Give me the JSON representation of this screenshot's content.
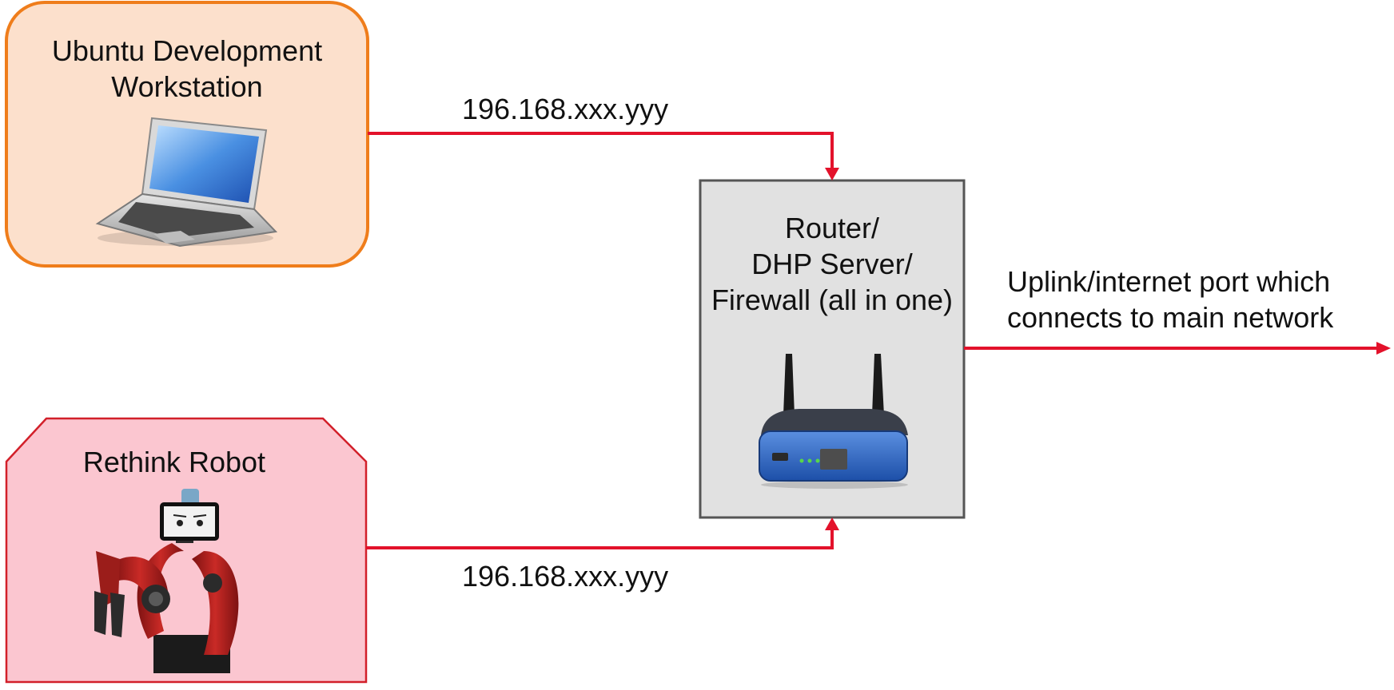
{
  "workstation": {
    "title_line1": "Ubuntu Development",
    "title_line2": "Workstation",
    "fill": "#fce0cc",
    "border": "#ef7d1b"
  },
  "robot": {
    "title": "Rethink Robot",
    "fill": "#fbc6d0",
    "border": "#d2202a"
  },
  "router": {
    "title_line1": "Router/",
    "title_line2": "DHP Server/",
    "title_line3": "Firewall (all in one)",
    "fill": "#e1e1e1",
    "border": "#555555"
  },
  "links": {
    "top_ip": "196.168.xxx.yyy",
    "bottom_ip": "196.168.xxx.yyy",
    "uplink_line1": "Uplink/internet port which",
    "uplink_line2": "connects to main network",
    "color": "#e3122b"
  }
}
